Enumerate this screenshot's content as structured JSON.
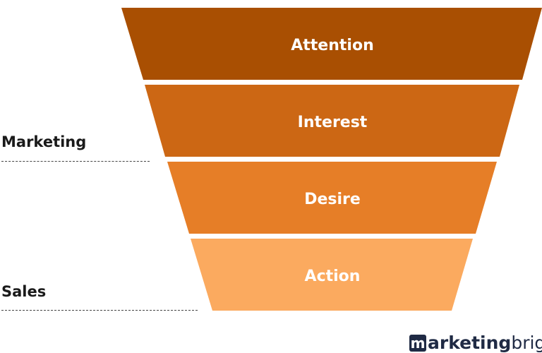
{
  "funnel": {
    "stages": [
      {
        "label": "Attention",
        "color": "#a94f02"
      },
      {
        "label": "Interest",
        "color": "#cc6714"
      },
      {
        "label": "Desire",
        "color": "#e67e27"
      },
      {
        "label": "Action",
        "color": "#fbaa5f"
      }
    ],
    "text_color": "#ffffff"
  },
  "side_labels": {
    "marketing": "Marketing",
    "sales": "Sales"
  },
  "brand": {
    "mark": "m",
    "bold": "arketing",
    "regular": "brigl"
  }
}
